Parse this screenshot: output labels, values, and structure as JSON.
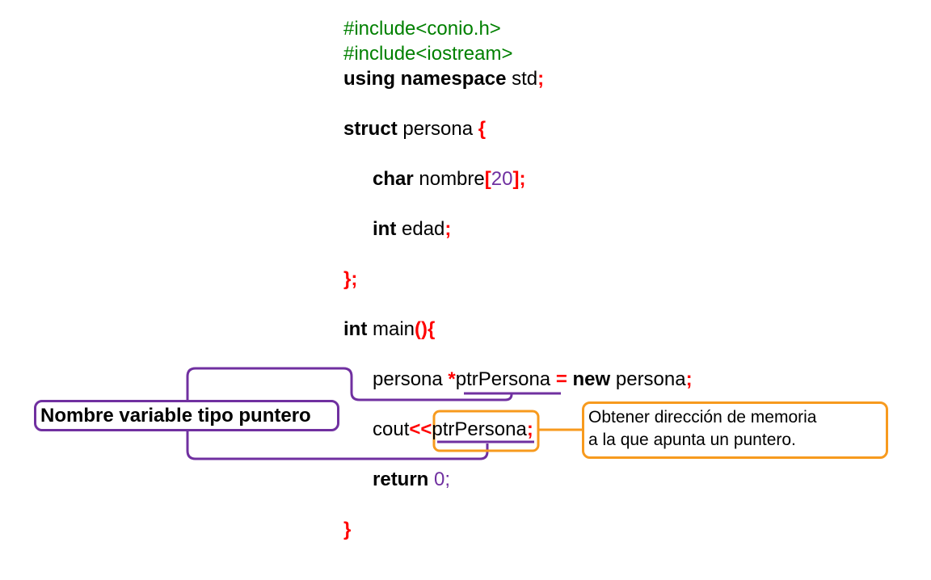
{
  "code": {
    "include1": "#include<conio.h>",
    "include2": "#include<iostream>",
    "using_kw": "using namespace",
    "using_ns": " std",
    "semi": ";",
    "struct_kw": "struct",
    "struct_name": " persona ",
    "brace_open": "{",
    "char_kw": "char",
    "nombre": " nombre",
    "bracket_open": "[",
    "array_size": "20",
    "bracket_close_semi": "];",
    "int_kw": "int",
    "edad": " edad",
    "struct_close": "};",
    "main_name": " main",
    "main_parens_brace": "(){",
    "persona_type": "persona ",
    "star": "*",
    "ptr_var": "ptrPersona",
    "assign": " = ",
    "new_kw": "new",
    "persona_ctor": " persona",
    "cout": "cout",
    "shift_op": "<<",
    "cout_var": "ptrPersona",
    "return_kw": "return",
    "return_val": " 0;",
    "main_close": "}"
  },
  "annotations": {
    "pointer_label": "Nombre variable tipo puntero",
    "memory_note_line1": "Obtener dirección de memoria",
    "memory_note_line2": "a la que apunta un puntero."
  },
  "colors": {
    "keyword": "#000000",
    "punctuation": "#ff0000",
    "preprocessor": "#008000",
    "number": "#7030a0",
    "purple_callout": "#7030a0",
    "orange_callout": "#f79a1e"
  }
}
